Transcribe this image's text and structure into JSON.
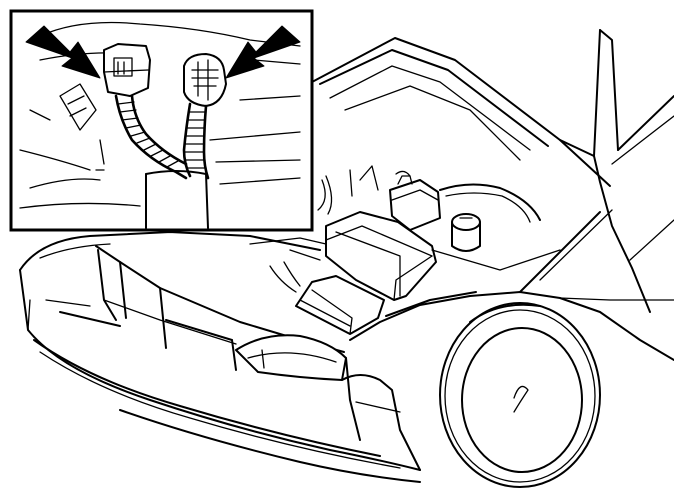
{
  "figure": {
    "colors": {
      "ink": "#000000",
      "paper": "#ffffff"
    },
    "inset": {
      "subject": "wiring-harness-connectors",
      "arrow_count": 2
    },
    "main_view": {
      "subject": "car-front-with-open-hood"
    }
  }
}
